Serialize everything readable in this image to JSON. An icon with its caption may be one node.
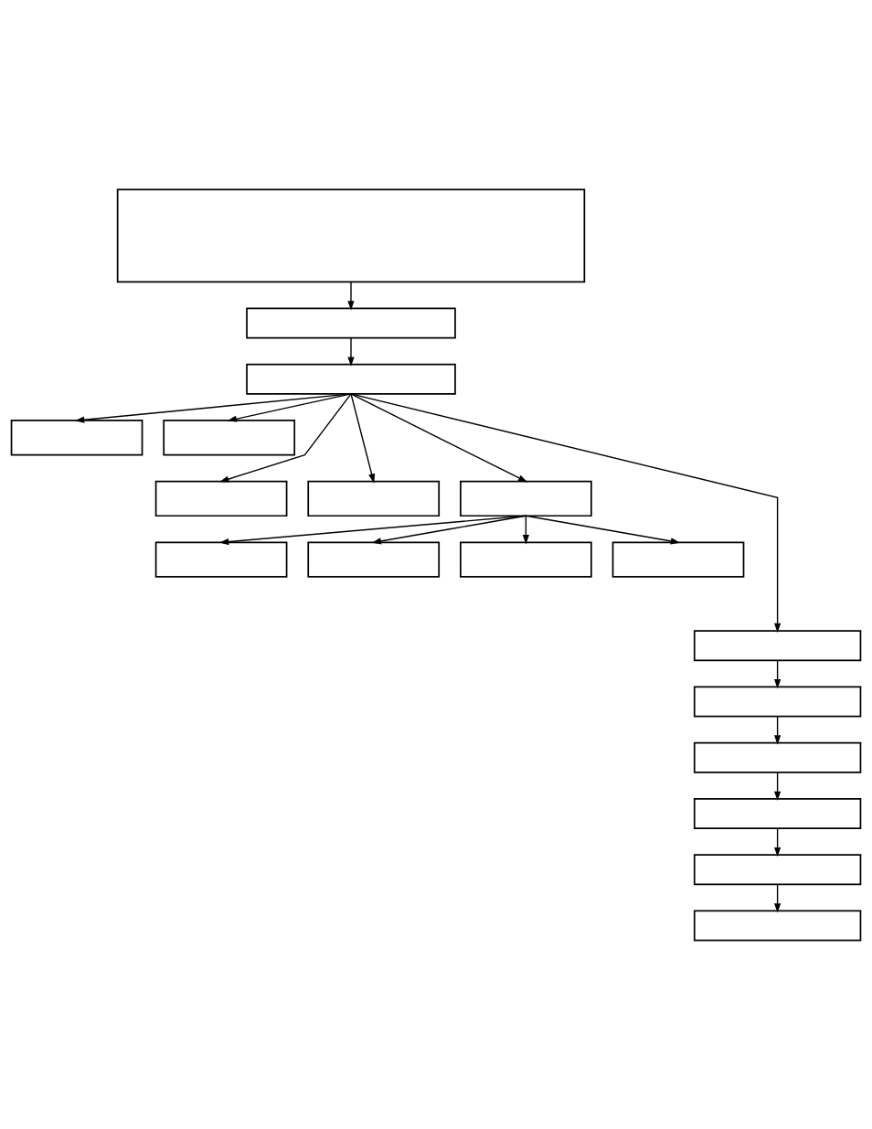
{
  "diagram": {
    "nodes": [
      {
        "text": [],
        "shape": "box"
      },
      {
        "text": [],
        "shape": "box"
      },
      {
        "text": [],
        "shape": "box"
      },
      {
        "text": [],
        "shape": "box"
      },
      {
        "text": [],
        "shape": "box"
      },
      {
        "text": [],
        "shape": "box"
      },
      {
        "text": [],
        "shape": "box"
      },
      {
        "text": [],
        "shape": "box"
      },
      {
        "text": [],
        "shape": "box"
      },
      {
        "text": [],
        "shape": "box"
      },
      {
        "text": [],
        "shape": "box"
      },
      {
        "text": [],
        "shape": "box"
      },
      {
        "text": [],
        "shape": "box"
      },
      {
        "text": [],
        "shape": "box"
      },
      {
        "text": [],
        "shape": "box"
      },
      {
        "text": [],
        "shape": "box"
      },
      {
        "text": [],
        "shape": "box"
      },
      {
        "text": [],
        "shape": "box"
      }
    ],
    "edges": [
      {
        "from": 0,
        "to": 1,
        "arrow": "to"
      },
      {
        "from": 1,
        "to": 2,
        "arrow": "to"
      },
      {
        "from": 2,
        "to": 3,
        "arrow": "to"
      },
      {
        "from": 2,
        "to": 4,
        "arrow": "to"
      },
      {
        "from": 2,
        "to": 5,
        "arrow": "to"
      },
      {
        "from": 2,
        "to": 6,
        "arrow": "to"
      },
      {
        "from": 2,
        "to": 7,
        "arrow": "to"
      },
      {
        "from": 2,
        "to": 12,
        "arrow": "to"
      },
      {
        "from": 7,
        "to": 8,
        "arrow": "to"
      },
      {
        "from": 7,
        "to": 9,
        "arrow": "to"
      },
      {
        "from": 7,
        "to": 10,
        "arrow": "to"
      },
      {
        "from": 7,
        "to": 11,
        "arrow": "to"
      },
      {
        "from": 12,
        "to": 13,
        "arrow": "to"
      },
      {
        "from": 13,
        "to": 14,
        "arrow": "to"
      },
      {
        "from": 14,
        "to": 15,
        "arrow": "to"
      },
      {
        "from": 15,
        "to": 16,
        "arrow": "to"
      },
      {
        "from": 16,
        "to": 17,
        "arrow": "to"
      }
    ]
  }
}
